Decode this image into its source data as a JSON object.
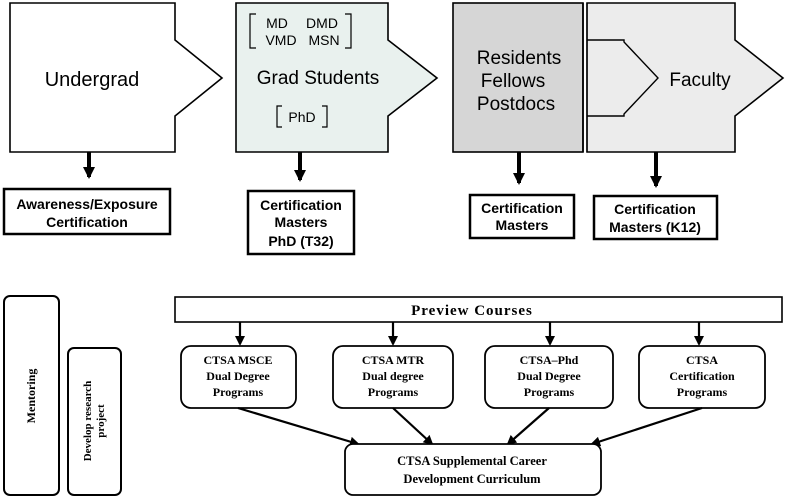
{
  "stages": {
    "undergrad": "Undergrad",
    "grad_degrees": [
      "MD",
      "DMD",
      "VMD",
      "MSN"
    ],
    "grad_title": "Grad Students",
    "grad_phd": "PhD",
    "residents": [
      "Residents",
      "Fellows",
      "Postdocs"
    ],
    "faculty": "Faculty"
  },
  "outcomes": {
    "undergrad": [
      "Awareness/Exposure",
      "Certification"
    ],
    "grad": [
      "Certification",
      "Masters",
      "PhD (T32)"
    ],
    "residents": [
      "Certification",
      "Masters"
    ],
    "faculty": [
      "Certification",
      "Masters (K12)"
    ]
  },
  "side": {
    "mentoring": "Mentoring",
    "develop": [
      "Develop research",
      "project"
    ]
  },
  "bottom": {
    "preview": "Preview Courses",
    "programs": [
      [
        "CTSA  MSCE",
        "Dual Degree",
        "Programs"
      ],
      [
        "CTSA  MTR",
        "Dual degree",
        "Programs"
      ],
      [
        "CTSA–Phd",
        "Dual Degree",
        "Programs"
      ],
      [
        "CTSA",
        "Certification",
        "Programs"
      ]
    ],
    "supplemental": [
      "CTSA Supplemental Career",
      "Development Curriculum"
    ]
  },
  "colors": {
    "grad_fill": "#e9f1ee",
    "residents_fill": "#d6d6d6",
    "faculty_fill": "#ececec"
  }
}
